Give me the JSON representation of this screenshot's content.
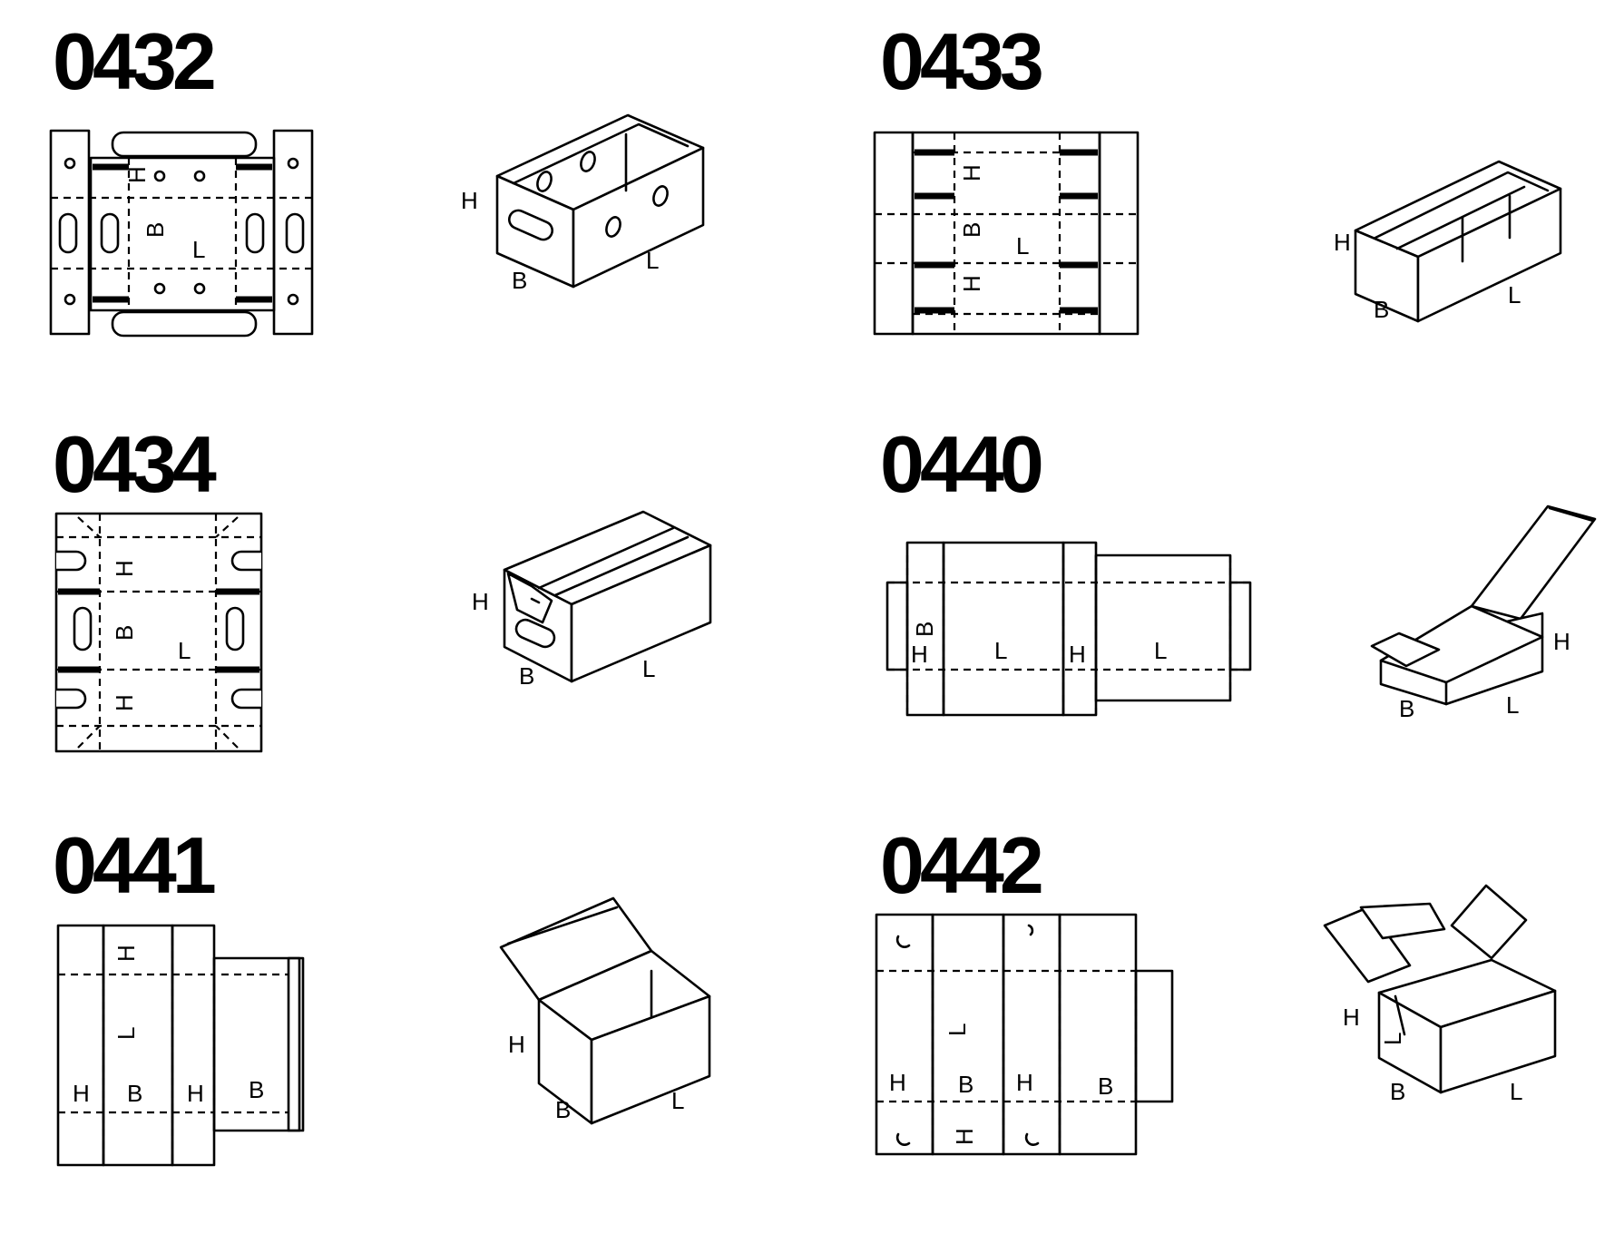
{
  "styles": [
    {
      "code": "0432",
      "dims": {
        "H": "H",
        "B": "B",
        "L": "L"
      }
    },
    {
      "code": "0433",
      "dims": {
        "H": "H",
        "B": "B",
        "L": "L"
      }
    },
    {
      "code": "0434",
      "dims": {
        "H": "H",
        "B": "B",
        "L": "L"
      }
    },
    {
      "code": "0440",
      "dims": {
        "H": "H",
        "B": "B",
        "L": "L"
      }
    },
    {
      "code": "0441",
      "dims": {
        "H": "H",
        "B": "B",
        "L": "L"
      }
    },
    {
      "code": "0442",
      "dims": {
        "H": "H",
        "B": "B",
        "L": "L"
      }
    }
  ]
}
